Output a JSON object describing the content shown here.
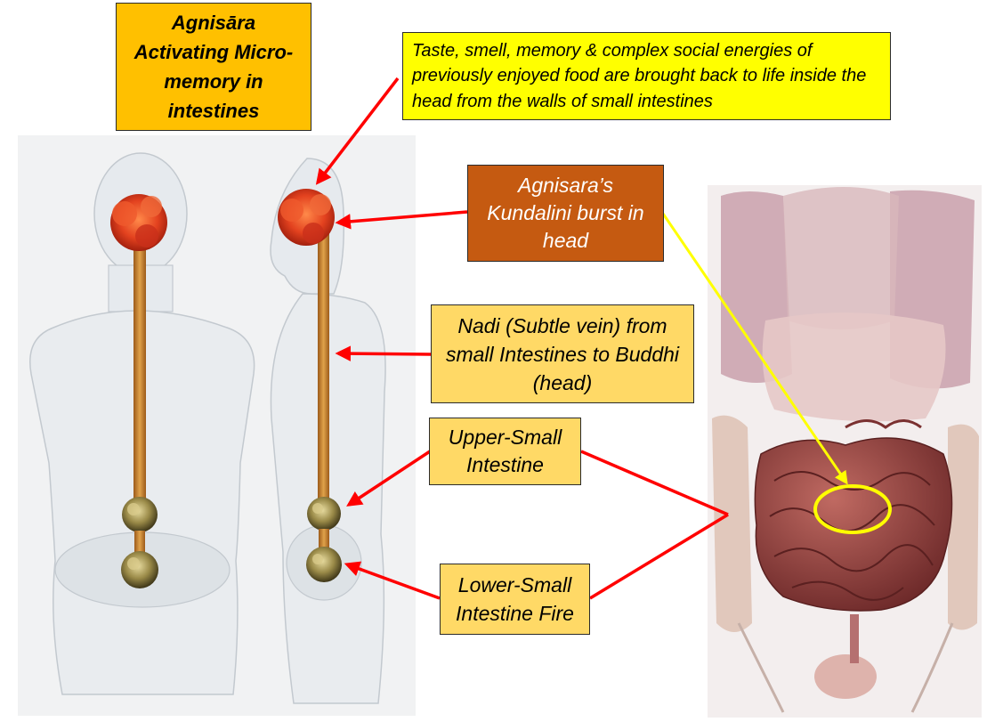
{
  "title_box": {
    "text": "Agnisāra Activating Micro-memory in intestines"
  },
  "taste_box": {
    "text": "Taste, smell, memory & complex social energies of previously enjoyed food are brought back to life inside the head from the walls of small intestines"
  },
  "burst_box": {
    "text": "Agnisara’s Kundalini burst in head"
  },
  "nadi_box": {
    "text": "Nadi (Subtle vein) from small Intestines to Buddhi (head)"
  },
  "upper_box": {
    "text": "Upper-Small Intestine"
  },
  "lower_box": {
    "text": "Lower-Small Intestine Fire"
  },
  "colors": {
    "title_fill": "#ffc000",
    "taste_fill": "#ffff00",
    "burst_fill": "#c55a11",
    "label_fill": "#ffd966",
    "arrow_red": "#ff0000",
    "arrow_yellow": "#ffff00",
    "brain_red": "#e3421f",
    "nadi_gold": "#c8842e",
    "chakra_gold": "#8a7a3c",
    "intestine": "#8e3a3a"
  }
}
